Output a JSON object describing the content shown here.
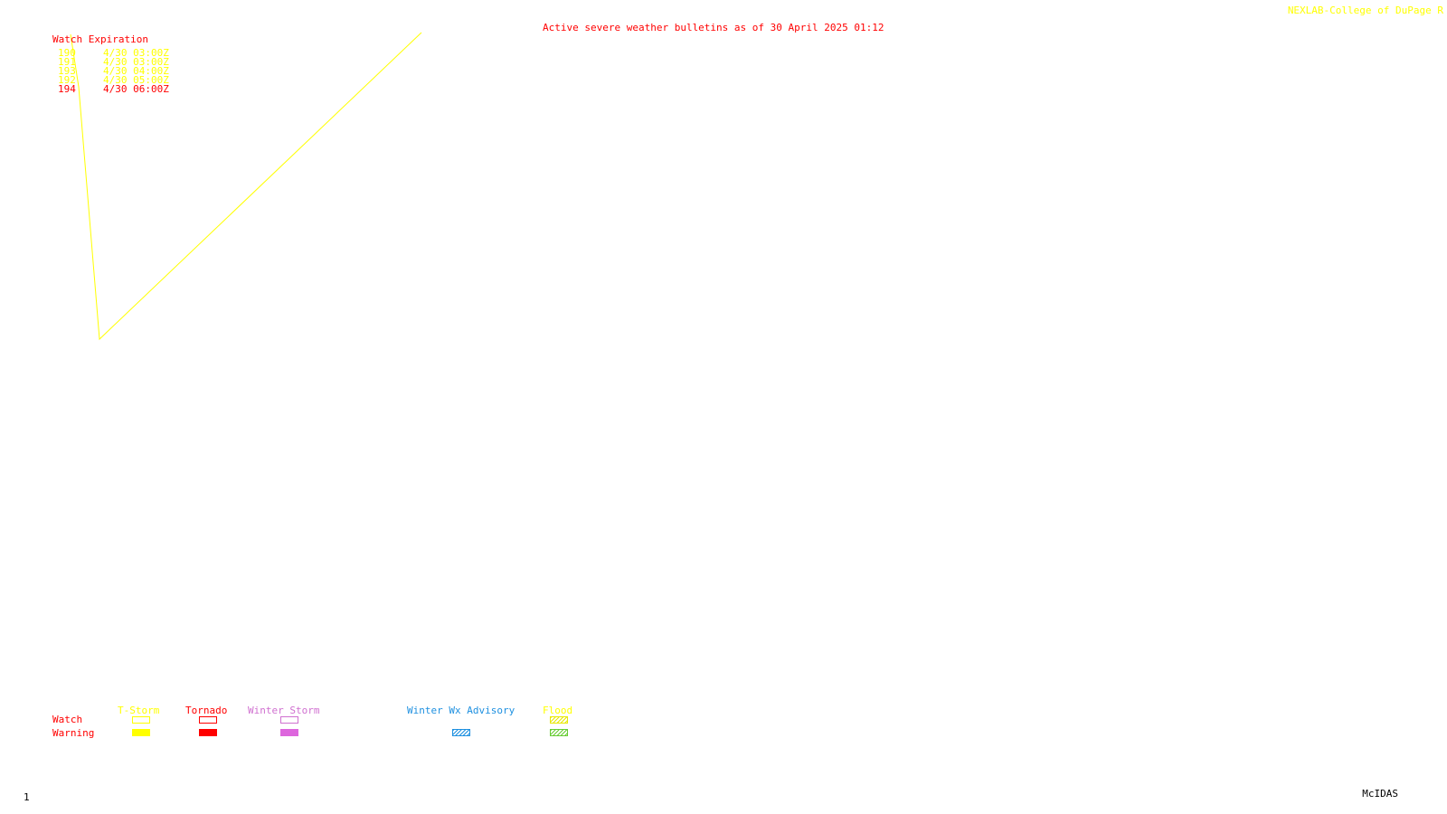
{
  "header": {
    "title": "Active severe weather bulletins as of 30 April 2025 01:12",
    "credit": "NEXLAB-College of DuPage R"
  },
  "watch_table": {
    "header": "Watch Expiration",
    "rows": [
      {
        "number": "190",
        "expiration": "4/30 03:00Z",
        "color": "#ffff00"
      },
      {
        "number": "191",
        "expiration": "4/30 03:00Z",
        "color": "#ffff00"
      },
      {
        "number": "193",
        "expiration": "4/30 04:00Z",
        "color": "#ffff00"
      },
      {
        "number": "192",
        "expiration": "4/30 05:00Z",
        "color": "#ffff00"
      },
      {
        "number": "194",
        "expiration": "4/30 06:00Z",
        "color": "#ff0000"
      }
    ]
  },
  "legend": {
    "row_labels": {
      "watch": "Watch",
      "warning": "Warning"
    },
    "categories": [
      {
        "label": "T-Storm",
        "color": "#ffff00",
        "watch_color": "#ffff00",
        "warning_color": "#ffff00"
      },
      {
        "label": "Tornado",
        "color": "#ff0000",
        "watch_color": "#ff0000",
        "warning_color": "#ff0000"
      },
      {
        "label": "Winter Storm",
        "color": "#d070d0",
        "watch_color": "#d070d0",
        "warning_color": "#dd66dd"
      },
      {
        "label": "Winter Wx Advisory",
        "color": "#1e90e0",
        "warning_color": "#1e90e0"
      },
      {
        "label": "Flood",
        "color": "#ffff00",
        "watch_color": "#e8e800",
        "warning_color": "#66cc33"
      }
    ]
  },
  "colors": {
    "title": "#ff0000",
    "credit": "#ffff00",
    "label_red": "#ff0000",
    "outline": "#ffff00",
    "footer": "#000000"
  },
  "footer": {
    "frame_number": "1",
    "brand": "McIDAS"
  }
}
